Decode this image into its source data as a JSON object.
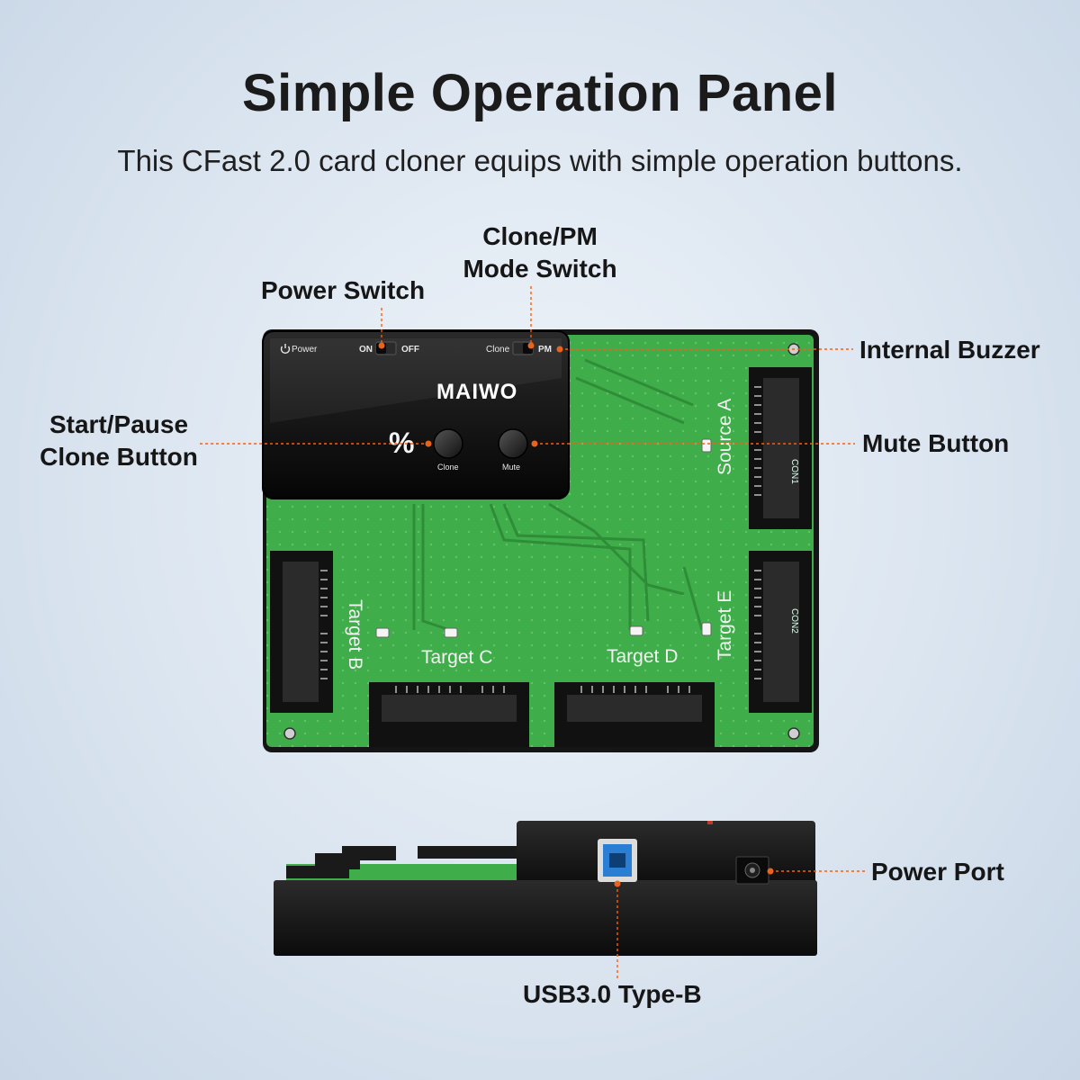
{
  "header": {
    "title": "Simple Operation Panel",
    "subtitle": "This CFast 2.0 card cloner equips with simple operation buttons."
  },
  "callouts": {
    "power_switch": "Power Switch",
    "clone_pm_line1": "Clone/PM",
    "clone_pm_line2": "Mode Switch",
    "internal_buzzer": "Internal Buzzer",
    "start_pause_line1": "Start/Pause",
    "start_pause_line2": "Clone Button",
    "mute_button": "Mute Button",
    "power_port": "Power Port",
    "usb_type_b": "USB3.0 Type-B"
  },
  "panel": {
    "power_label": "Power",
    "on_label": "ON",
    "off_label": "OFF",
    "clone_label": "Clone",
    "pm_label": "PM",
    "brand": "MAIWO",
    "percent_symbol": "%",
    "clone_button_label": "Clone",
    "mute_button_label": "Mute"
  },
  "board": {
    "source_a": "Source A",
    "target_b": "Target B",
    "target_c": "Target C",
    "target_d": "Target D",
    "target_e": "Target E",
    "con1": "CON1",
    "con2": "CON2"
  },
  "colors": {
    "accent_orange": "#e8641e",
    "board_green": "#3fae4a",
    "device_black": "#121212"
  },
  "icons": {
    "power": "power-icon"
  }
}
